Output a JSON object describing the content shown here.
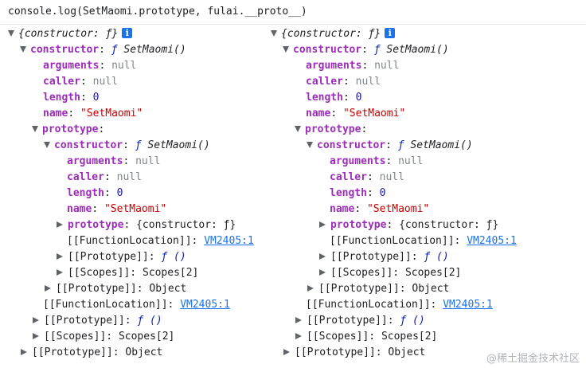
{
  "console": {
    "command": "console.log(SetMaomi.prototype, fulai.__proto__)"
  },
  "tree": {
    "summary": "{constructor: ƒ}",
    "info_glyph": "i",
    "constructor_key": "constructor",
    "f_glyph": "ƒ",
    "function_name": "SetMaomi()",
    "arguments_key": "arguments",
    "caller_key": "caller",
    "length_key": "length",
    "name_key": "name",
    "null_value": "null",
    "length_value": "0",
    "name_value": "\"SetMaomi\"",
    "prototype_key": "prototype",
    "inner_prototype_summary": "{constructor: ƒ}",
    "function_location_key": "[[FunctionLocation]]",
    "function_location_link": "VM2405:1",
    "prototype_internal_key": "[[Prototype]]",
    "prototype_fn_value": "ƒ ()",
    "scopes_key": "[[Scopes]]",
    "scopes_value": "Scopes[2]",
    "object_value": "Object"
  },
  "watermark": "@稀土掘金技术社区"
}
